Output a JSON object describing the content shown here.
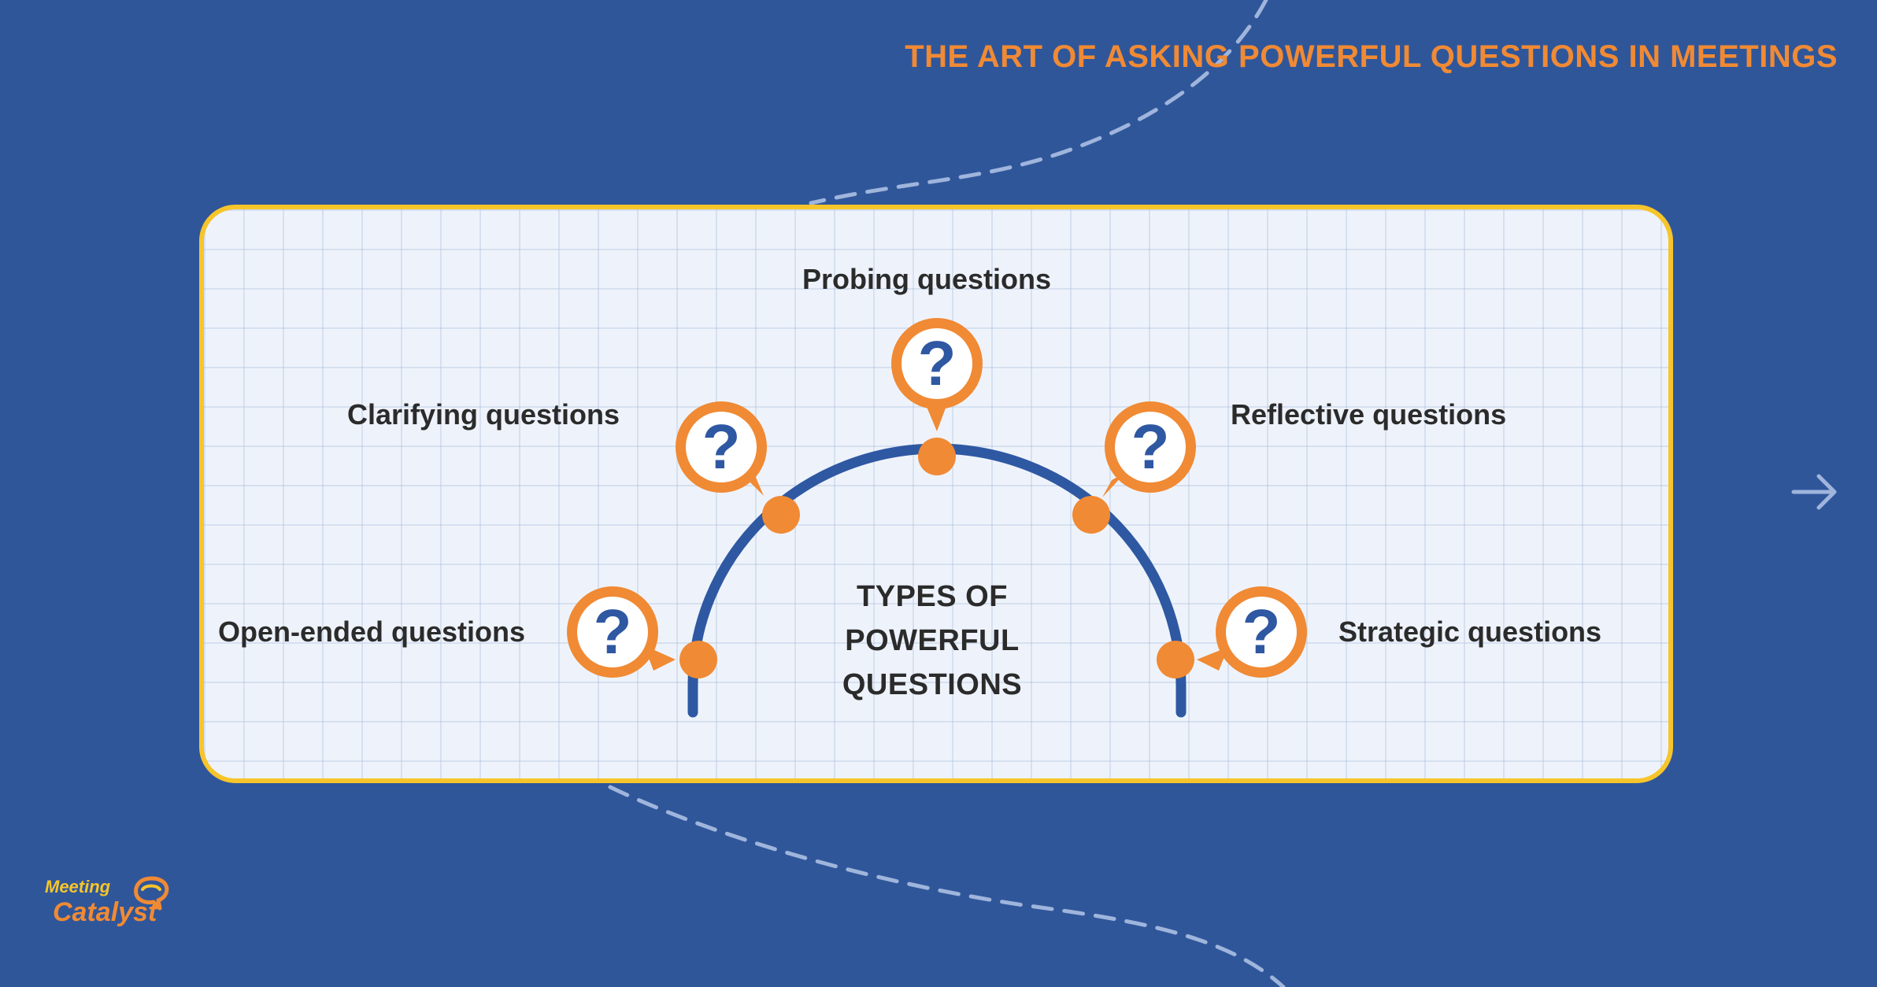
{
  "title": "THE ART OF ASKING POWERFUL QUESTIONS IN MEETINGS",
  "center_title_lines": [
    "TYPES OF",
    "POWERFUL",
    "QUESTIONS"
  ],
  "question_types": [
    {
      "label": "Open-ended questions"
    },
    {
      "label": "Clarifying questions"
    },
    {
      "label": "Probing questions"
    },
    {
      "label": "Reflective questions"
    },
    {
      "label": "Strategic questions"
    }
  ],
  "bubble_glyph": "?",
  "logo": {
    "word1": "Meeting",
    "word2": "Catalyst"
  },
  "icons": {
    "question_bubble": "question-bubble-icon",
    "next": "arrow-right-icon",
    "logo": "speech-bubble-logo-icon"
  },
  "colors": {
    "background": "#30569a",
    "accent_orange": "#f08a34",
    "frame_yellow": "#f7c52b",
    "arc_blue": "#2f58a2",
    "text_dark": "#2b2b2b"
  }
}
